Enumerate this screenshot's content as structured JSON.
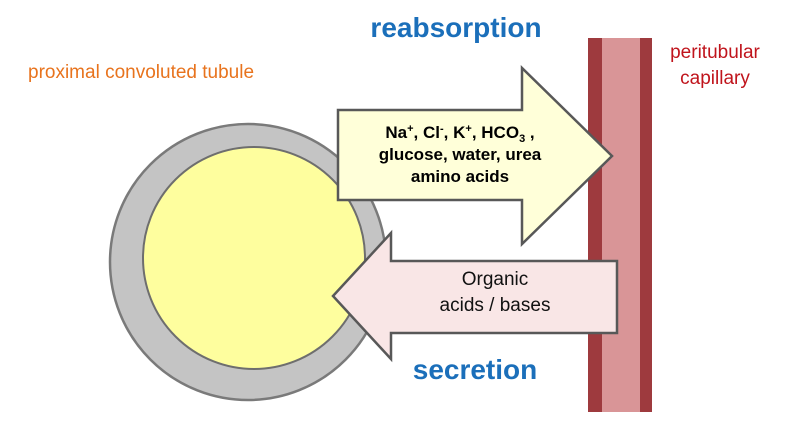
{
  "labels": {
    "reabsorption": "reabsorption",
    "secretion": "secretion",
    "tubule": "proximal convoluted tubule",
    "capillary_line1": "peritubular",
    "capillary_line2": "capillary"
  },
  "reabsorbed": {
    "line1": {
      "na": "Na",
      "na_charge": "+",
      "sep1": ", ",
      "cl": "Cl",
      "cl_charge": "-",
      "sep2": ", ",
      "k": "K",
      "k_charge": "+",
      "sep3": ", ",
      "hco": "HCO",
      "hco_sub": "3",
      "sep4": " ,"
    },
    "line2": "glucose, water, urea",
    "line3": "amino acids"
  },
  "secreted": {
    "line1": "Organic",
    "line2": "acids / bases"
  },
  "colors": {
    "title_blue": "#1b6fba",
    "tubule_orange": "#e8731d",
    "capillary_red": "#c0141c",
    "tubule_ring": "#c4c4c4",
    "tubule_lumen": "#fefe9e",
    "reab_arrow_fill": "#ffffd9",
    "sec_arrow_fill": "#f9e6e6",
    "capillary_wall": "#9e3a3e",
    "capillary_lumen": "#d99597"
  }
}
